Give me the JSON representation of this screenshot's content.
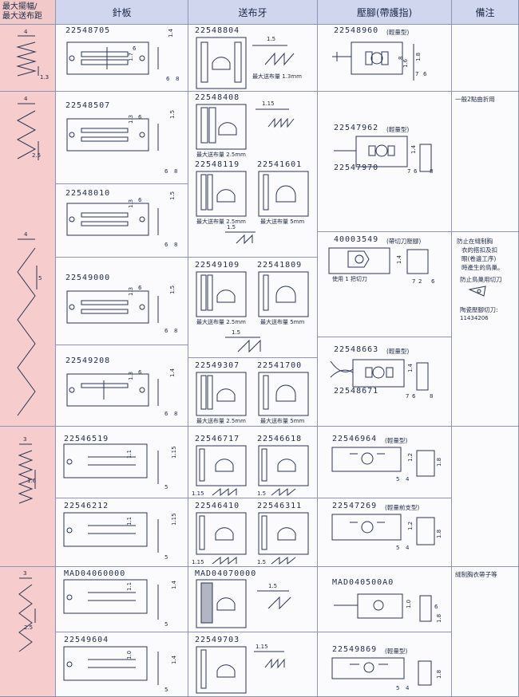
{
  "header": {
    "col1_line1": "最大擺幅/",
    "col1_line2": "最大送布距",
    "col2": "針板",
    "col3": "送布牙",
    "col4": "壓腳(帶護指)",
    "col5": "備注"
  },
  "stitch_dims": {
    "s1": {
      "w": "4",
      "p": "1.3"
    },
    "s2": {
      "w": "4",
      "p": "2.5"
    },
    "s3": {
      "w": "4",
      "p": "5"
    },
    "s4": {
      "w": "3",
      "p": "1.6"
    },
    "s5": {
      "w": "3",
      "p": "2.5"
    }
  },
  "rows": {
    "r1": {
      "plate": {
        "part": "22548705",
        "d1": "1.4",
        "d2": "1.7",
        "d3": "6",
        "d4": "6",
        "d5": "8"
      },
      "feed": {
        "part": "22548804",
        "d1": "1.5",
        "cap": "最大送布量 1.3mm"
      },
      "foot": {
        "part": "22548960",
        "type": "(輕量型)",
        "d1": "1.8",
        "d2": "1.6",
        "d3": "8",
        "d4": "7",
        "d5": "6"
      }
    },
    "r2": {
      "plate": {
        "part": "22548507",
        "d1": "1.3",
        "d2": "6",
        "d3": "1.5",
        "d4": "6",
        "d5": "8"
      },
      "feed_a": {
        "part": "22548408",
        "d1": "1.15",
        "cap": "最大送布量 2.5mm"
      },
      "feed_b1": {
        "part": "22548119",
        "cap": "最大送布量 2.5mm"
      },
      "feed_b2": {
        "part": "22541601",
        "cap": "最大送布量 5mm"
      },
      "foot": {
        "part": "22547962",
        "type": "(輕量型)",
        "part2": "22547970",
        "d1": "1.4",
        "d2": "7",
        "d3": "6",
        "d4": "8"
      },
      "note": "一般2點曲折用"
    },
    "r3": {
      "plate": {
        "part": "22548010",
        "d1": "1.3",
        "d2": "6",
        "d3": "1.5",
        "d4": "6",
        "d5": "8"
      },
      "feed_gap": {
        "d1": "1.5"
      },
      "foot": {
        "part": "40003549",
        "type": "(帶切刀壓腳)",
        "cap": "使用 1 把切刀",
        "d1": "1.4",
        "d2": "7",
        "d3": "2",
        "d4": "6"
      },
      "note_l1": "防止在縫制胸",
      "note_l2": "衣的搭扣及扣",
      "note_l3": "眼(卷邊工序)",
      "note_l4": "時產生的鳥巢。",
      "note_l5": "防止鳥巢用切刀",
      "note_l6": "陶瓷壓腳切刀:",
      "note_l7": "11434206"
    },
    "r4": {
      "plate": {
        "part": "22549000",
        "d1": "1.3",
        "d2": "6",
        "d3": "1.5",
        "d4": "6",
        "d5": "8"
      },
      "feed_a1": {
        "part": "22549109",
        "cap": "最大送布量 2.5mm"
      },
      "feed_a2": {
        "part": "22541809",
        "cap": "最大送布量 5mm"
      },
      "feed_gap": {
        "d1": "1.5"
      }
    },
    "r5": {
      "plate": {
        "part": "22549208",
        "d1": "1.3",
        "d2": "6",
        "d3": "1.4",
        "d4": "6",
        "d5": "8"
      },
      "feed_1": {
        "part": "22549307",
        "cap": "最大送布量 2.5mm"
      },
      "feed_2": {
        "part": "22541700",
        "cap": "最大送布量 5mm"
      },
      "foot": {
        "part": "22548663",
        "type": "(輕量型)",
        "part2": "22548671",
        "d1": "1.4",
        "d2": "7",
        "d3": "6",
        "d4": "8"
      }
    },
    "r6": {
      "plate": {
        "part": "22546519",
        "d1": "1.1",
        "d2": "1.15",
        "d3": "5"
      },
      "feed_1": {
        "part": "22546717",
        "d1": "1.15"
      },
      "feed_2": {
        "part": "22546618",
        "d1": "1.5"
      },
      "foot": {
        "part": "22546964",
        "type": "(輕量型)",
        "d1": "1.2",
        "d2": "1.8",
        "d3": "5",
        "d4": "4"
      }
    },
    "r7": {
      "plate": {
        "part": "22546212",
        "d1": "1.1",
        "d2": "1.15",
        "d3": "5"
      },
      "feed_1": {
        "part": "22546410",
        "d1": "1.15"
      },
      "feed_2": {
        "part": "22546311",
        "d1": "1.5"
      },
      "foot": {
        "part": "22547269",
        "type": "(輕量前支型)",
        "d1": "1.2",
        "d2": "1.8",
        "d3": "5",
        "d4": "4"
      }
    },
    "r8": {
      "plate": {
        "part": "MAD04060000",
        "d1": "1.1",
        "d2": "1.4",
        "d3": "5"
      },
      "feed": {
        "part": "MAD04070000",
        "d1": "1.5"
      },
      "foot": {
        "part": "MAD040500A0",
        "d1": "1.0",
        "d2": "6",
        "d3": "1.8"
      },
      "note": "縫制胸衣帶子等"
    },
    "r9": {
      "plate": {
        "part": "22549604",
        "d1": "1.0",
        "d2": "1.4",
        "d3": "5"
      },
      "feed": {
        "part": "22549703",
        "d1": "1.15"
      },
      "foot": {
        "part": "22549869",
        "type": "(輕量型)",
        "d1": "1.8",
        "d2": "5",
        "d3": "4"
      }
    }
  }
}
